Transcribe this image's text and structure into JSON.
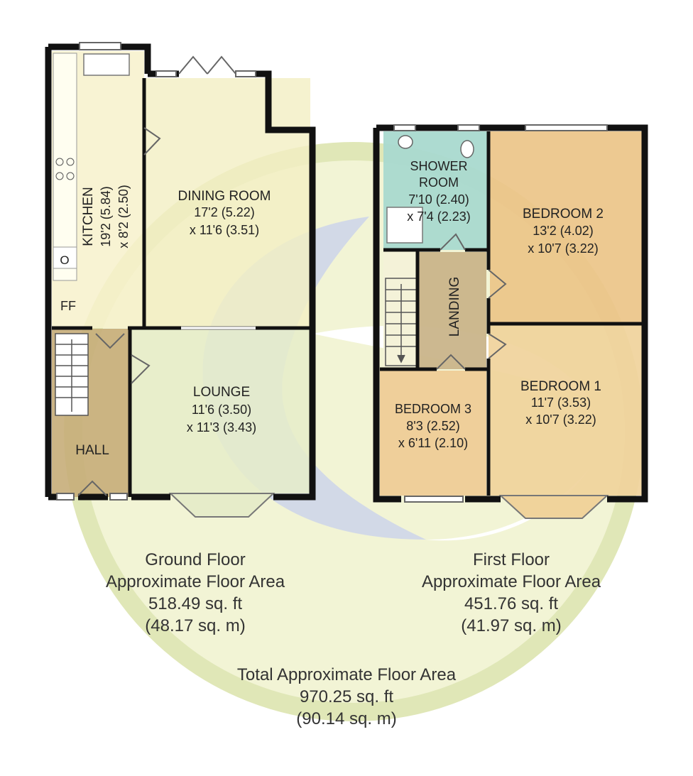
{
  "ground_floor": {
    "rooms": {
      "kitchen": {
        "name": "KITCHEN",
        "dims1": "19'2 (5.84)",
        "dims2": "x 8'2 (2.50)"
      },
      "dining": {
        "name": "DINING ROOM",
        "dims1": "17'2 (5.22)",
        "dims2": "x 11'6 (3.51)"
      },
      "lounge": {
        "name": "LOUNGE",
        "dims1": "11'6 (3.50)",
        "dims2": "x 11'3 (3.43)"
      },
      "hall": {
        "name": "HALL"
      }
    },
    "fixtures": {
      "oven": "O",
      "fridge_freezer": "FF"
    },
    "area": {
      "title": "Ground Floor",
      "subtitle": "Approximate Floor Area",
      "sqft": "518.49 sq. ft",
      "sqm": "(48.17 sq. m)"
    }
  },
  "first_floor": {
    "rooms": {
      "shower": {
        "name1": "SHOWER",
        "name2": "ROOM",
        "dims1": "7'10 (2.40)",
        "dims2": "x 7'4 (2.23)"
      },
      "bed2": {
        "name": "BEDROOM 2",
        "dims1": "13'2 (4.02)",
        "dims2": "x 10'7 (3.22)"
      },
      "landing": {
        "name": "LANDING"
      },
      "bed1": {
        "name": "BEDROOM 1",
        "dims1": "11'7 (3.53)",
        "dims2": "x 10'7 (3.22)"
      },
      "bed3": {
        "name": "BEDROOM 3",
        "dims1": "8'3 (2.52)",
        "dims2": "x 6'11 (2.10)"
      }
    },
    "area": {
      "title": "First Floor",
      "subtitle": "Approximate Floor Area",
      "sqft": "451.76 sq. ft",
      "sqm": "(41.97 sq. m)"
    }
  },
  "total": {
    "title": "Total Approximate Floor Area",
    "sqft": "970.25 sq. ft",
    "sqm": "(90.14 sq. m)"
  },
  "colors": {
    "wall": "#111111",
    "kitchen": "#f7f1cb",
    "dining": "#f2efc3",
    "lounge": "#e9edcb",
    "hall": "#c7ad79",
    "shower": "#a9d9cf",
    "bedroom2": "#ecc488",
    "landing": "#c9b48a",
    "bedroom1": "#f0d39b",
    "bedroom3": "#efcb95",
    "watermark_yellow": "#dfe5a6",
    "watermark_blue": "#b8c2d8"
  }
}
